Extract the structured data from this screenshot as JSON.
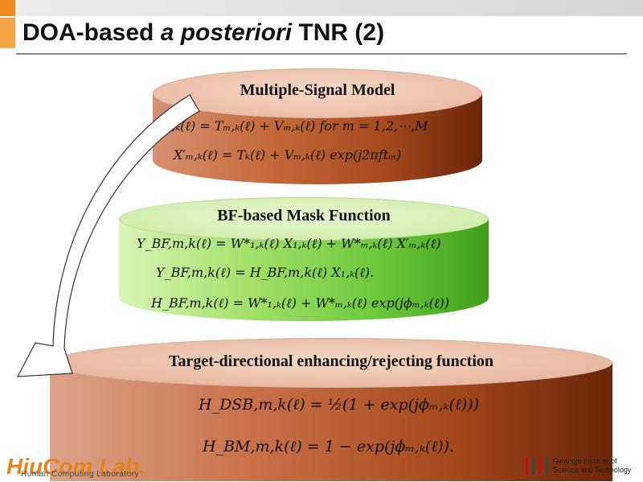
{
  "slide": {
    "title_part1": "DOA-based ",
    "title_italic": "a posteriori",
    "title_part2": "  TNR (2)"
  },
  "disks": [
    {
      "label": "Multiple-Signal Model",
      "equations": [
        "Xₘ,ₖ(ℓ) = Tₘ,ₖ(ℓ) + Vₘ,ₖ(ℓ)   for m = 1,2,⋯,M",
        "X′ₘ,ₖ(ℓ) = Tₖ(ℓ) + Vₘ,ₖ(ℓ) exp(j2πftₘ)"
      ]
    },
    {
      "label": "BF-based Mask Function",
      "equations": [
        "Y_BF,m,k(ℓ) = W*₁,ₖ(ℓ) X₁,ₖ(ℓ) + W*ₘ,ₖ(ℓ) X′ₘ,ₖ(ℓ)",
        "Y_BF,m,k(ℓ) = H_BF,m,k(ℓ) X₁,ₖ(ℓ).",
        "H_BF,m,k(ℓ) = W*₁,ₖ(ℓ) + W*ₘ,ₖ(ℓ) exp(jϕₘ,ₖ(ℓ))"
      ]
    },
    {
      "label": "Target-directional enhancing/rejecting function",
      "equations": [
        "H_DSB,m,k(ℓ) = ½(1 + exp(jϕₘ,ₖ(ℓ)))",
        "H_BM,m,k(ℓ) = 1 − exp(jϕₘ,ₖ(ℓ))."
      ]
    }
  ],
  "logos": {
    "left_brand": "HiuCom Lab.",
    "left_sub": "Human Computing Laboratory",
    "right_line1": "Gwangju Institute of",
    "right_line2": "Science and Technology"
  },
  "colors": {
    "accent": "#f08a1c",
    "brown": "#a64a1e",
    "green": "#6cc83a"
  }
}
